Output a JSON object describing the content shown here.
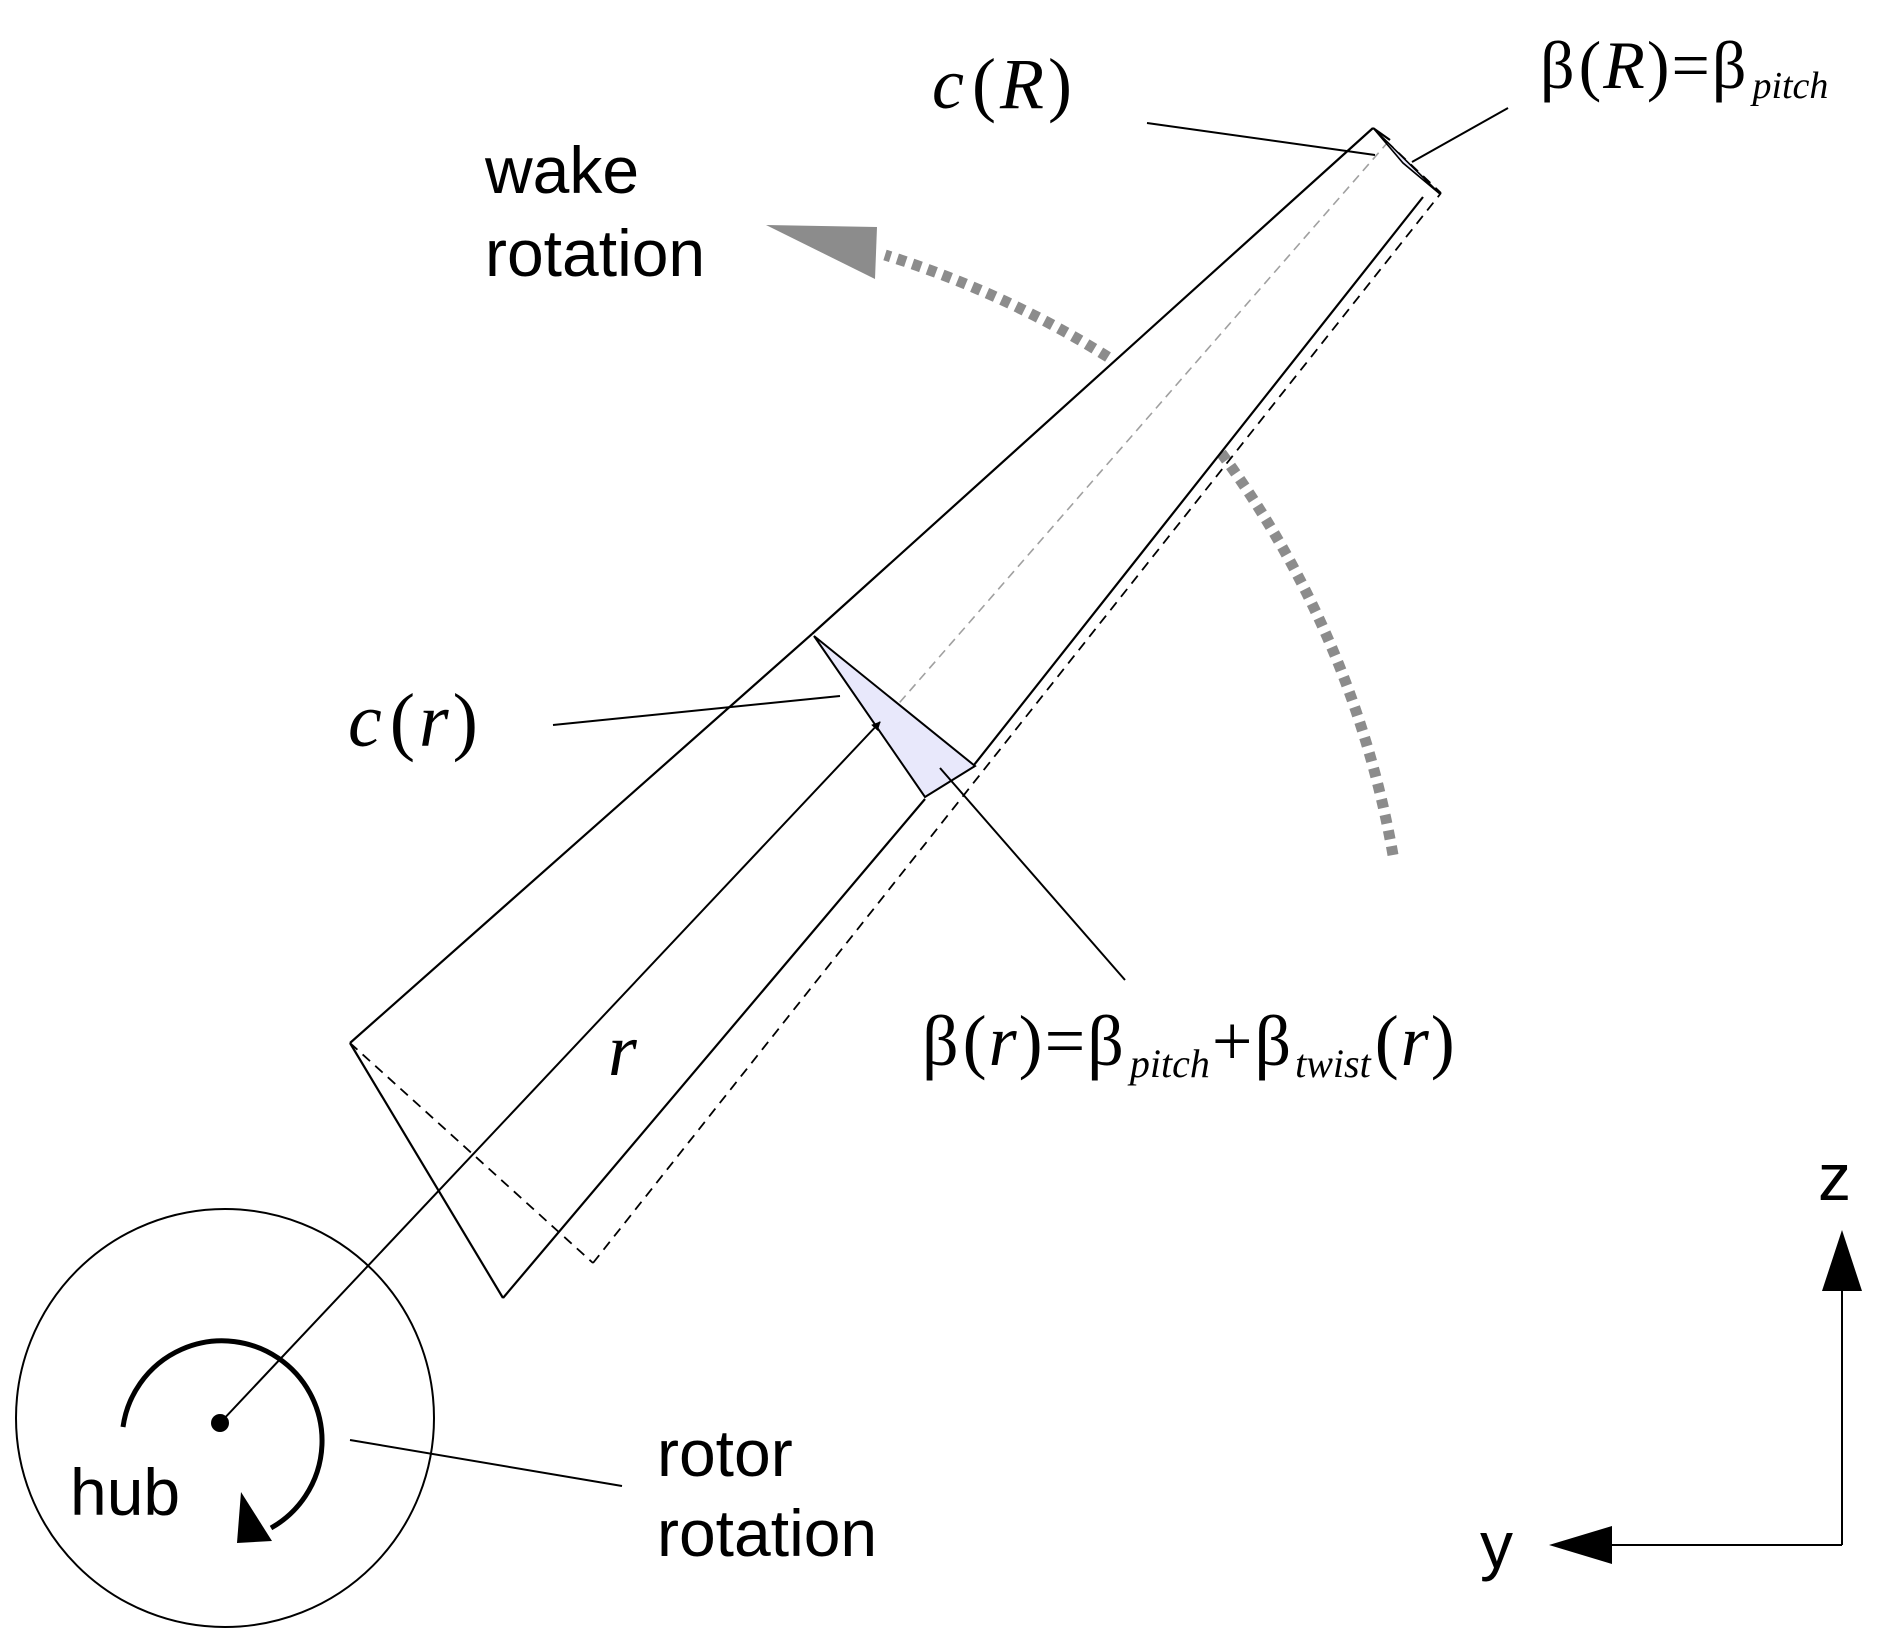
{
  "labels": {
    "wake_rotation": [
      "wake",
      "rotation"
    ],
    "rotor_rotation": [
      "rotor",
      "rotation"
    ],
    "hub": "hub",
    "radius": "r",
    "axis_z": "z",
    "axis_y": "y"
  },
  "formulas": {
    "chord_tip": {
      "c": "c",
      "open": "(",
      "arg": "R",
      "close": ")"
    },
    "chord_local": {
      "c": "c",
      "open": "(",
      "arg": "r",
      "close": ")"
    },
    "twist_tip": {
      "beta": "β",
      "open": "(",
      "arg": "R",
      "close": ")",
      "eq": "=",
      "beta2": "β",
      "sub": "pitch"
    },
    "twist_local": {
      "beta": "β",
      "open": "(",
      "arg": "r",
      "close": ")",
      "eq": "=",
      "beta2": "β",
      "sub1": "pitch",
      "plus": "+",
      "beta3": "β",
      "sub2": "twist",
      "open2": "(",
      "arg2": "r",
      "close2": ")"
    }
  },
  "colors": {
    "stroke": "#000000",
    "section_fill": "#e8e8fb",
    "wake_arrow": "#8c8c8c"
  }
}
